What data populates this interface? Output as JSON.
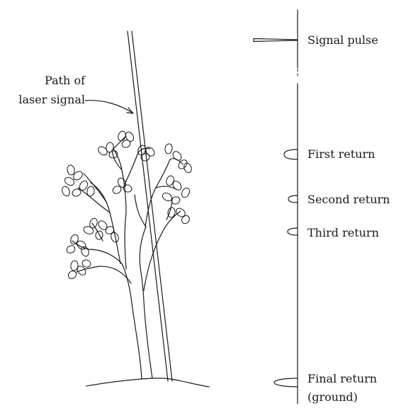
{
  "labels": {
    "path_line1": "Path of",
    "path_line2": "laser signal",
    "signal_pulse": "Signal pulse",
    "first_return": "First return",
    "second_return": "Second return",
    "third_return": "Third return",
    "final_return_line1": "Final return",
    "final_return_line2": "(ground)"
  },
  "colors": {
    "ink": "#1a1a1a",
    "background": "#ffffff"
  }
}
